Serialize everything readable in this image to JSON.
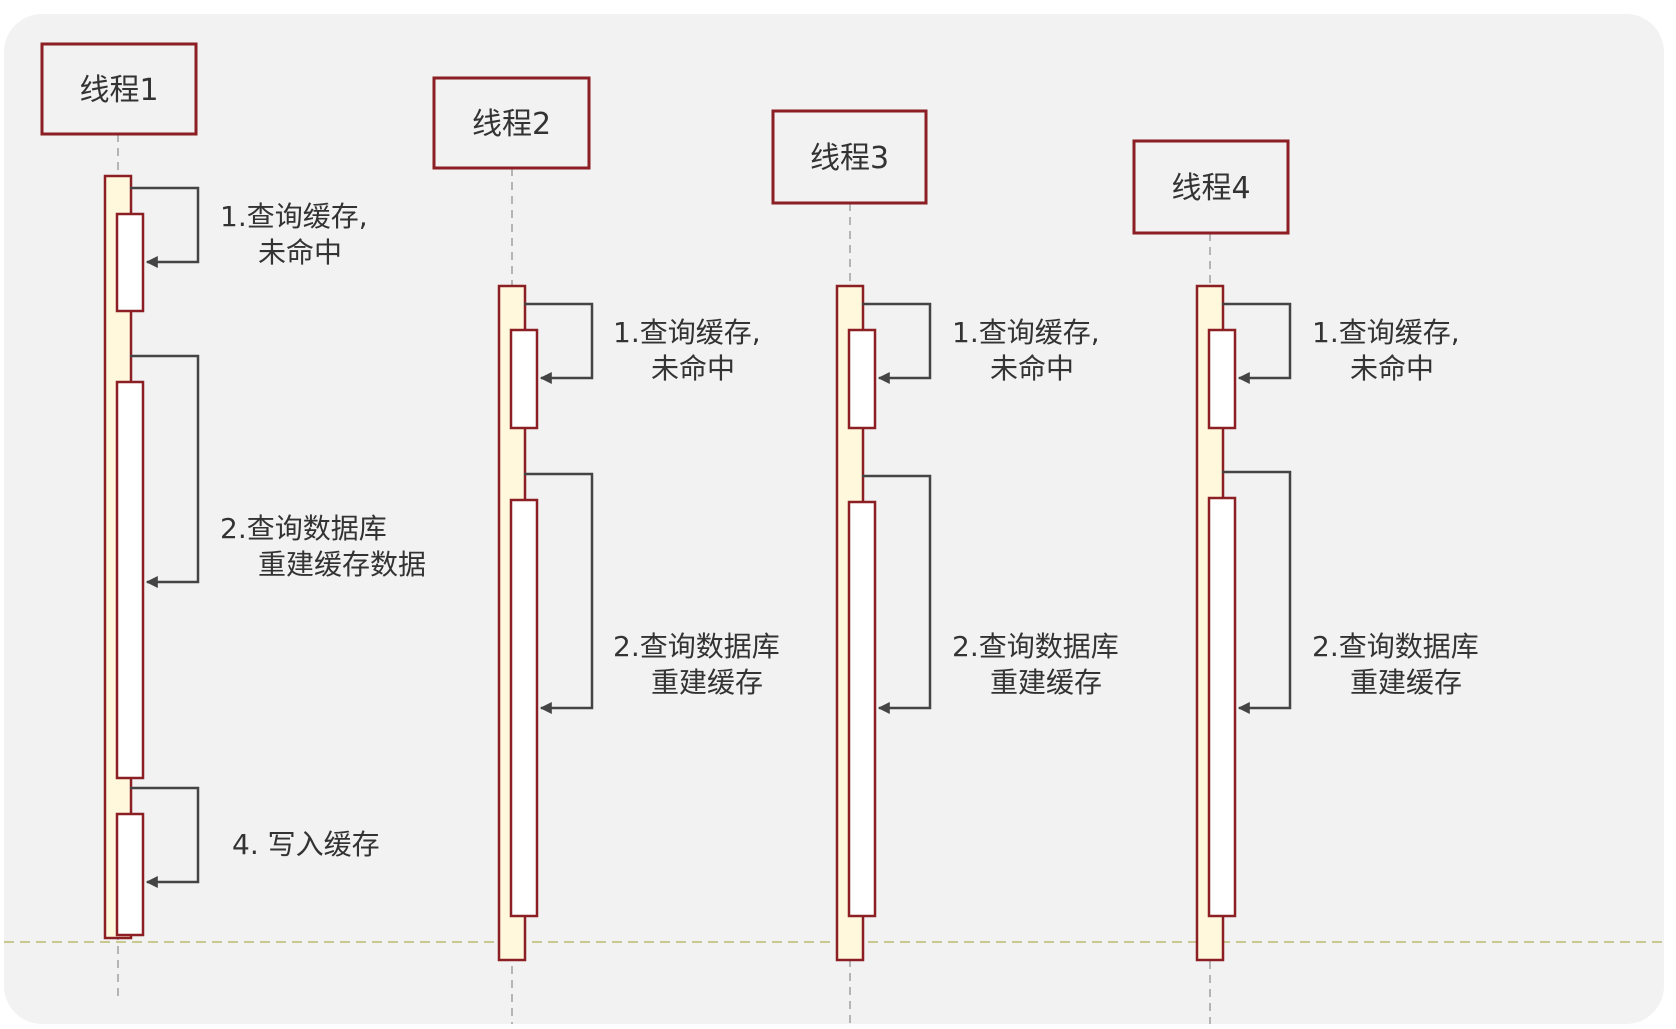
{
  "colors": {
    "panel_bg": "#f2f2f2",
    "box_border": "#8b1f24",
    "activation_fill": "#fff8dc",
    "activation_border": "#8b1f24",
    "arrow": "#444444",
    "lifeline": "#b5b5b5",
    "divider": "#c8c890",
    "text": "#333333"
  },
  "threads": [
    {
      "name": "线程1",
      "messages": [
        {
          "lines": [
            "1.查询缓存,",
            "未命中"
          ]
        },
        {
          "lines": [
            "2.查询数据库",
            "重建缓存数据"
          ]
        },
        {
          "lines": [
            "4. 写入缓存"
          ]
        }
      ]
    },
    {
      "name": "线程2",
      "messages": [
        {
          "lines": [
            "1.查询缓存,",
            "未命中"
          ]
        },
        {
          "lines": [
            "2.查询数据库",
            "重建缓存"
          ]
        }
      ]
    },
    {
      "name": "线程3",
      "messages": [
        {
          "lines": [
            "1.查询缓存,",
            "未命中"
          ]
        },
        {
          "lines": [
            "2.查询数据库",
            "重建缓存"
          ]
        }
      ]
    },
    {
      "name": "线程4",
      "messages": [
        {
          "lines": [
            "1.查询缓存,",
            "未命中"
          ]
        },
        {
          "lines": [
            "2.查询数据库",
            "重建缓存"
          ]
        }
      ]
    }
  ]
}
